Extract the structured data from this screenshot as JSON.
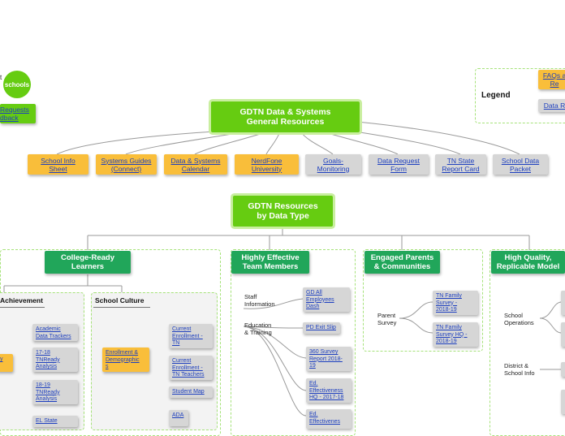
{
  "top_left": {
    "t_label": "t",
    "schools_logo": "schools",
    "requests_link": "Requests\ndback"
  },
  "legend": {
    "title": "Legend",
    "faq_label": "FAQs a\nRe",
    "data_label": "Data R"
  },
  "general": {
    "title": "GDTN Data & Systems\nGeneral Resources",
    "children": [
      {
        "label": "School Info\nSheet",
        "style": "orange"
      },
      {
        "label": "Systems Guides\n(Connect)",
        "style": "orange"
      },
      {
        "label": "Data & Systems\nCalendar",
        "style": "orange"
      },
      {
        "label": "NerdFone\nUniversity",
        "style": "orange"
      },
      {
        "label": "Goals-\nMonitoring",
        "style": "gray"
      },
      {
        "label": "Data Request\nForm",
        "style": "gray"
      },
      {
        "label": "TN State\nReport Card",
        "style": "gray"
      },
      {
        "label": "School Data\nPacket",
        "style": "gray"
      }
    ]
  },
  "bytype": {
    "title": "GDTN Resources\nby Data Type",
    "categories": [
      {
        "label": "College-Ready\nLearners"
      },
      {
        "label": "Highly Effective\nTeam Members"
      },
      {
        "label": "Engaged Parents\n& Communities"
      },
      {
        "label": "High Quality,\nReplicable Model"
      }
    ]
  },
  "college_ready": {
    "achievement_title": "Achievement",
    "achievement_items": [
      "Academic\nData Trackers",
      "17-18\nTNReady\nAnalysis",
      "18-19\nTNReady\nAnalysis",
      "EL State"
    ],
    "achievement_partial": "y",
    "culture_title": "School Culture",
    "culture_group": "Enrollment &\nDemographic\ns",
    "culture_items": [
      "Current\nEnrollment -\nTN",
      "Current\nEnrollment -\nTN Teachers",
      "Student Map"
    ],
    "culture_extra": "ADA"
  },
  "team_members": {
    "staff_label": "Staff\nInformation",
    "staff_items": [
      "GD All\nEmployees\nDash"
    ],
    "edu_label": "Education\n& Training",
    "edu_items": [
      "PD Exit Slip",
      "360 Survey\nReport 2018-\n19",
      "Ed.\nEffectiveness\nHQ - 2017-18",
      "Ed.\nEffectivenes"
    ]
  },
  "parents": {
    "label": "Parent\nSurvey",
    "items": [
      "TN Family\nSurvey -\n2018-19",
      "TN Family\nSurvey HQ -\n2018-19"
    ]
  },
  "model": {
    "ops_label": "School\nOperations",
    "district_label": "District &\nSchool Info"
  },
  "colors": {
    "green_main": "#66cc11",
    "green_tab": "#21a65a",
    "orange": "#f9be3a",
    "gray": "#d6d6d6",
    "link": "#1d3fbf"
  }
}
